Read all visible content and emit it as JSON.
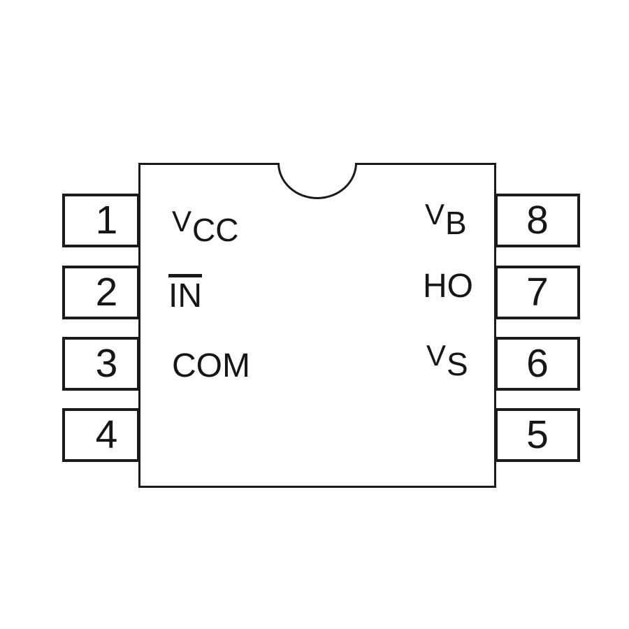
{
  "diagram": {
    "kind": "ic-pinout-8pin-dip",
    "notch": "top-center-half-circle",
    "colors": {
      "line": "#1a1a1a",
      "background": "#ffffff",
      "text": "#161616"
    }
  },
  "pins": {
    "left": [
      {
        "number": "1",
        "main": "V",
        "sub": "CC"
      },
      {
        "number": "2",
        "text": "IN",
        "overline": "true"
      },
      {
        "number": "3",
        "text": "COM"
      },
      {
        "number": "4"
      }
    ],
    "right": [
      {
        "number": "8",
        "main": "V",
        "sub": "B"
      },
      {
        "number": "7",
        "text": "HO"
      },
      {
        "number": "6",
        "main": "V",
        "sub": "S"
      },
      {
        "number": "5"
      }
    ]
  }
}
